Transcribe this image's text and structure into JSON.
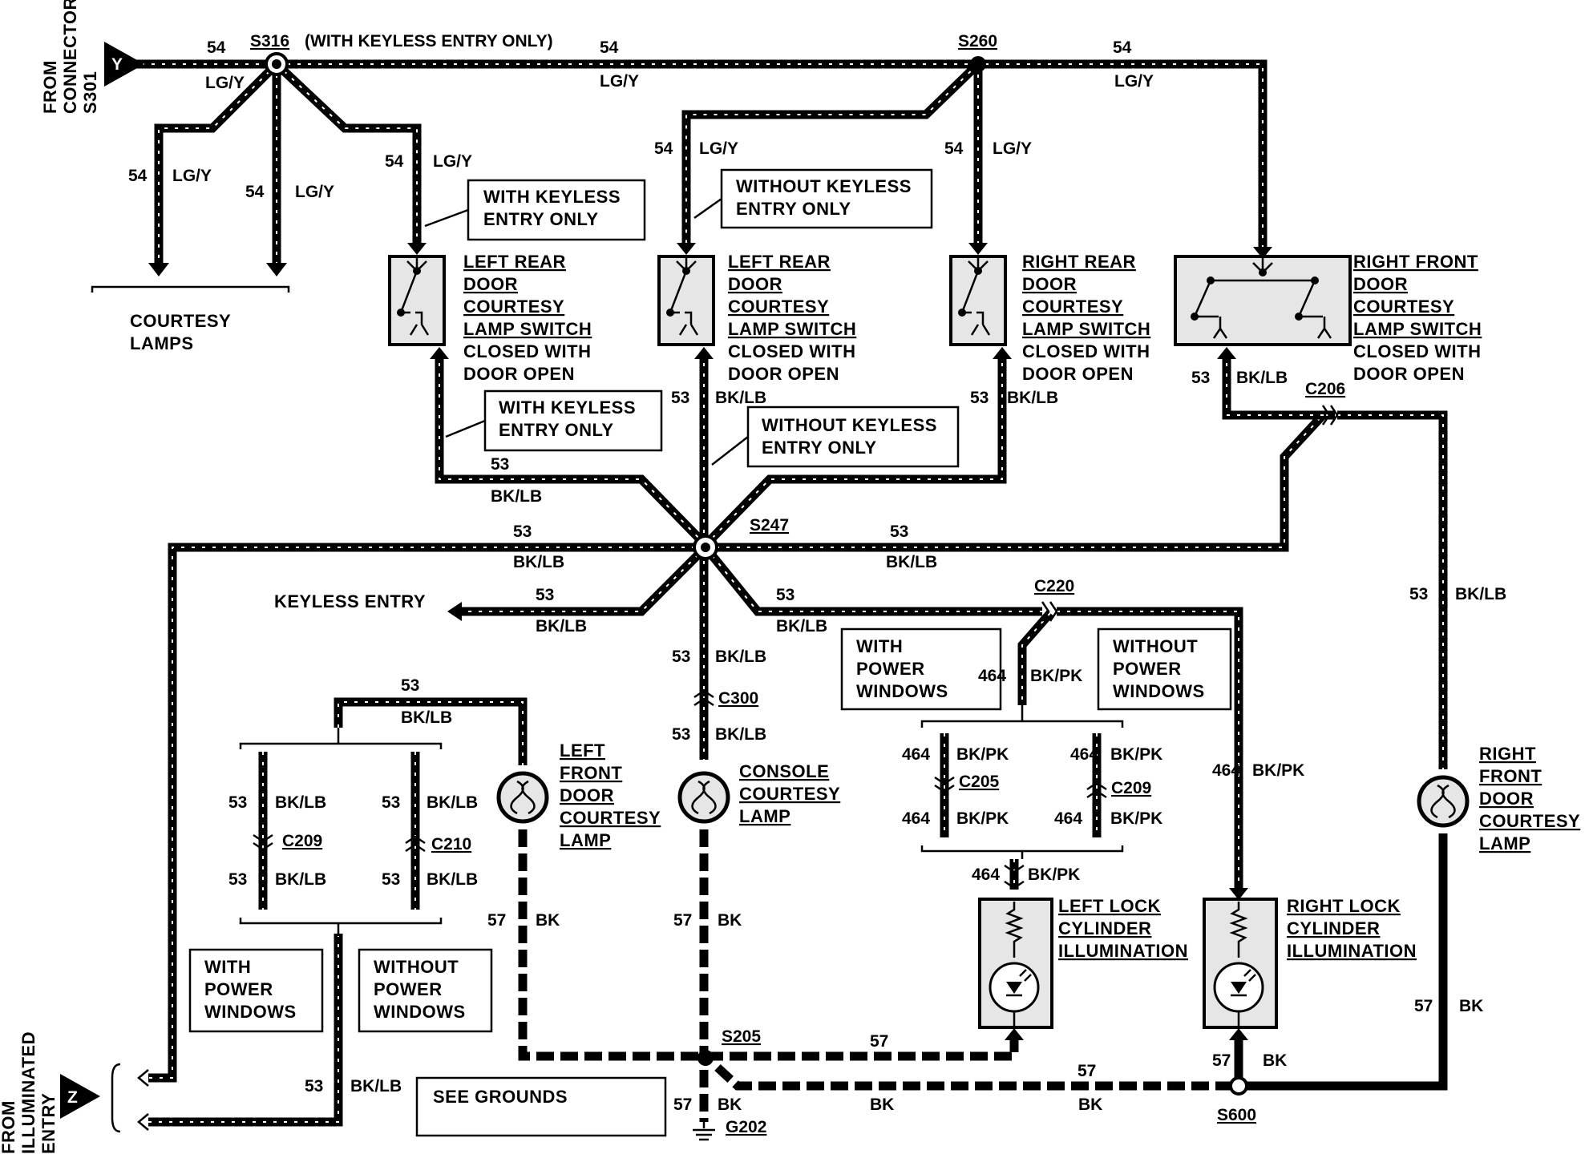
{
  "connectors_in": {
    "y_letter": "Y",
    "z_letter": "Z",
    "from_connector_lines": [
      "FROM",
      "CONNECTOR",
      "S301"
    ],
    "from_illuminated_lines": [
      "FROM",
      "ILLUMINATED",
      "ENTRY"
    ]
  },
  "splices": {
    "s316": "S316",
    "s316_note": "(WITH KEYLESS ENTRY ONLY)",
    "s260": "S260",
    "s247": "S247",
    "s205": "S205",
    "s600": "S600",
    "g202": "G202"
  },
  "connectors": {
    "c206": "C206",
    "c220": "C220",
    "c300": "C300",
    "c209": "C209",
    "c210": "C210",
    "c205": "C205"
  },
  "components": {
    "courtesy_lamps": [
      "COURTESY",
      "LAMPS"
    ],
    "left_rear_switch": [
      "LEFT REAR",
      "DOOR",
      "COURTESY",
      "LAMP SWITCH"
    ],
    "right_rear_switch": [
      "RIGHT REAR",
      "DOOR",
      "COURTESY",
      "LAMP SWITCH"
    ],
    "right_front_switch": [
      "RIGHT FRONT",
      "DOOR",
      "COURTESY",
      "LAMP SWITCH"
    ],
    "switch_state": [
      "CLOSED WITH",
      "DOOR OPEN"
    ],
    "left_front_lamp": [
      "LEFT",
      "FRONT",
      "DOOR",
      "COURTESY",
      "LAMP"
    ],
    "console_lamp": [
      "CONSOLE",
      "COURTESY",
      "LAMP"
    ],
    "right_front_lamp": [
      "RIGHT",
      "FRONT",
      "DOOR",
      "COURTESY",
      "LAMP"
    ],
    "left_lock": [
      "LEFT LOCK",
      "CYLINDER",
      "ILLUMINATION"
    ],
    "right_lock": [
      "RIGHT LOCK",
      "CYLINDER",
      "ILLUMINATION"
    ],
    "keyless_entry": "KEYLESS ENTRY"
  },
  "notes": {
    "with_keyless": [
      "WITH KEYLESS",
      "ENTRY ONLY"
    ],
    "without_keyless": [
      "WITHOUT KEYLESS",
      "ENTRY ONLY"
    ],
    "with_power_windows": [
      "WITH",
      "POWER",
      "WINDOWS"
    ],
    "without_power_windows": [
      "WITHOUT",
      "POWER",
      "WINDOWS"
    ],
    "see_grounds": "SEE GROUNDS"
  },
  "wire_labels": [
    {
      "circuit": "54",
      "color": "LG/Y"
    },
    {
      "circuit": "53",
      "color": "BK/LB"
    },
    {
      "circuit": "464",
      "color": "BK/PK"
    },
    {
      "circuit": "57",
      "color": "BK"
    }
  ]
}
